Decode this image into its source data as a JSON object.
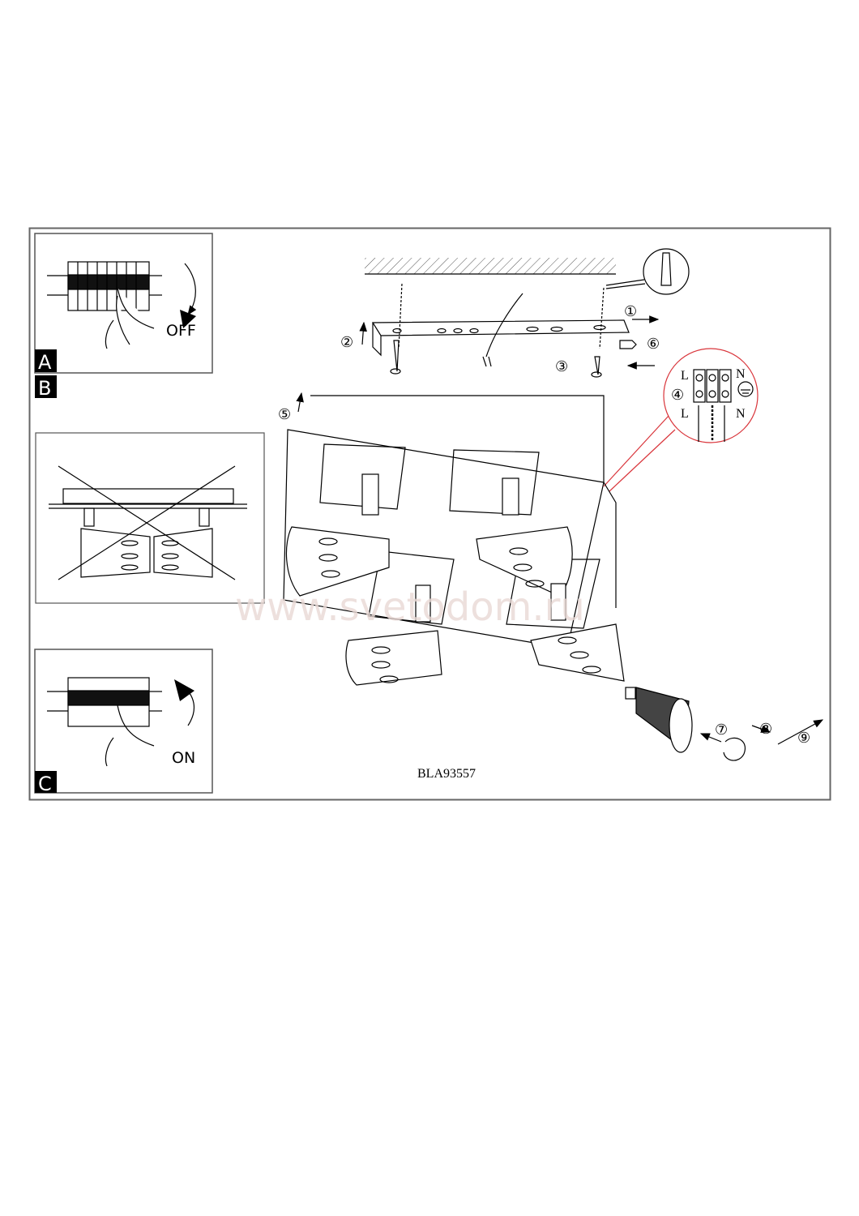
{
  "panels": {
    "a": {
      "label": "A",
      "action": "OFF"
    },
    "b": {
      "label": "B"
    },
    "c": {
      "label": "C",
      "action": "ON"
    }
  },
  "steps": [
    "①",
    "②",
    "③",
    "④",
    "⑤",
    "⑥",
    "⑦",
    "⑧",
    "⑨"
  ],
  "wiring": {
    "live": "L",
    "neutral": "N"
  },
  "model_code": "BLA93557",
  "watermark": "www.svetodom.ru",
  "colors": {
    "line": "#000000",
    "callout": "#d9353b",
    "watermark": "#e8d8d4"
  }
}
